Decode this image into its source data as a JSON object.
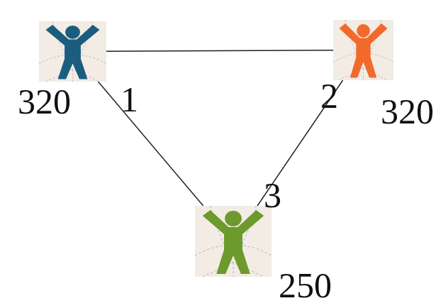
{
  "diagram": {
    "nodes": [
      {
        "text": [
          "1",
          "320"
        ]
      },
      {
        "text": [
          "2",
          "320"
        ]
      },
      {
        "text": [
          "3",
          "250"
        ]
      }
    ],
    "edges": [
      {
        "from": 0,
        "to": 1,
        "arrow": "none"
      },
      {
        "from": 0,
        "to": 2,
        "arrow": "none"
      },
      {
        "from": 1,
        "to": 2,
        "arrow": "none"
      }
    ]
  }
}
